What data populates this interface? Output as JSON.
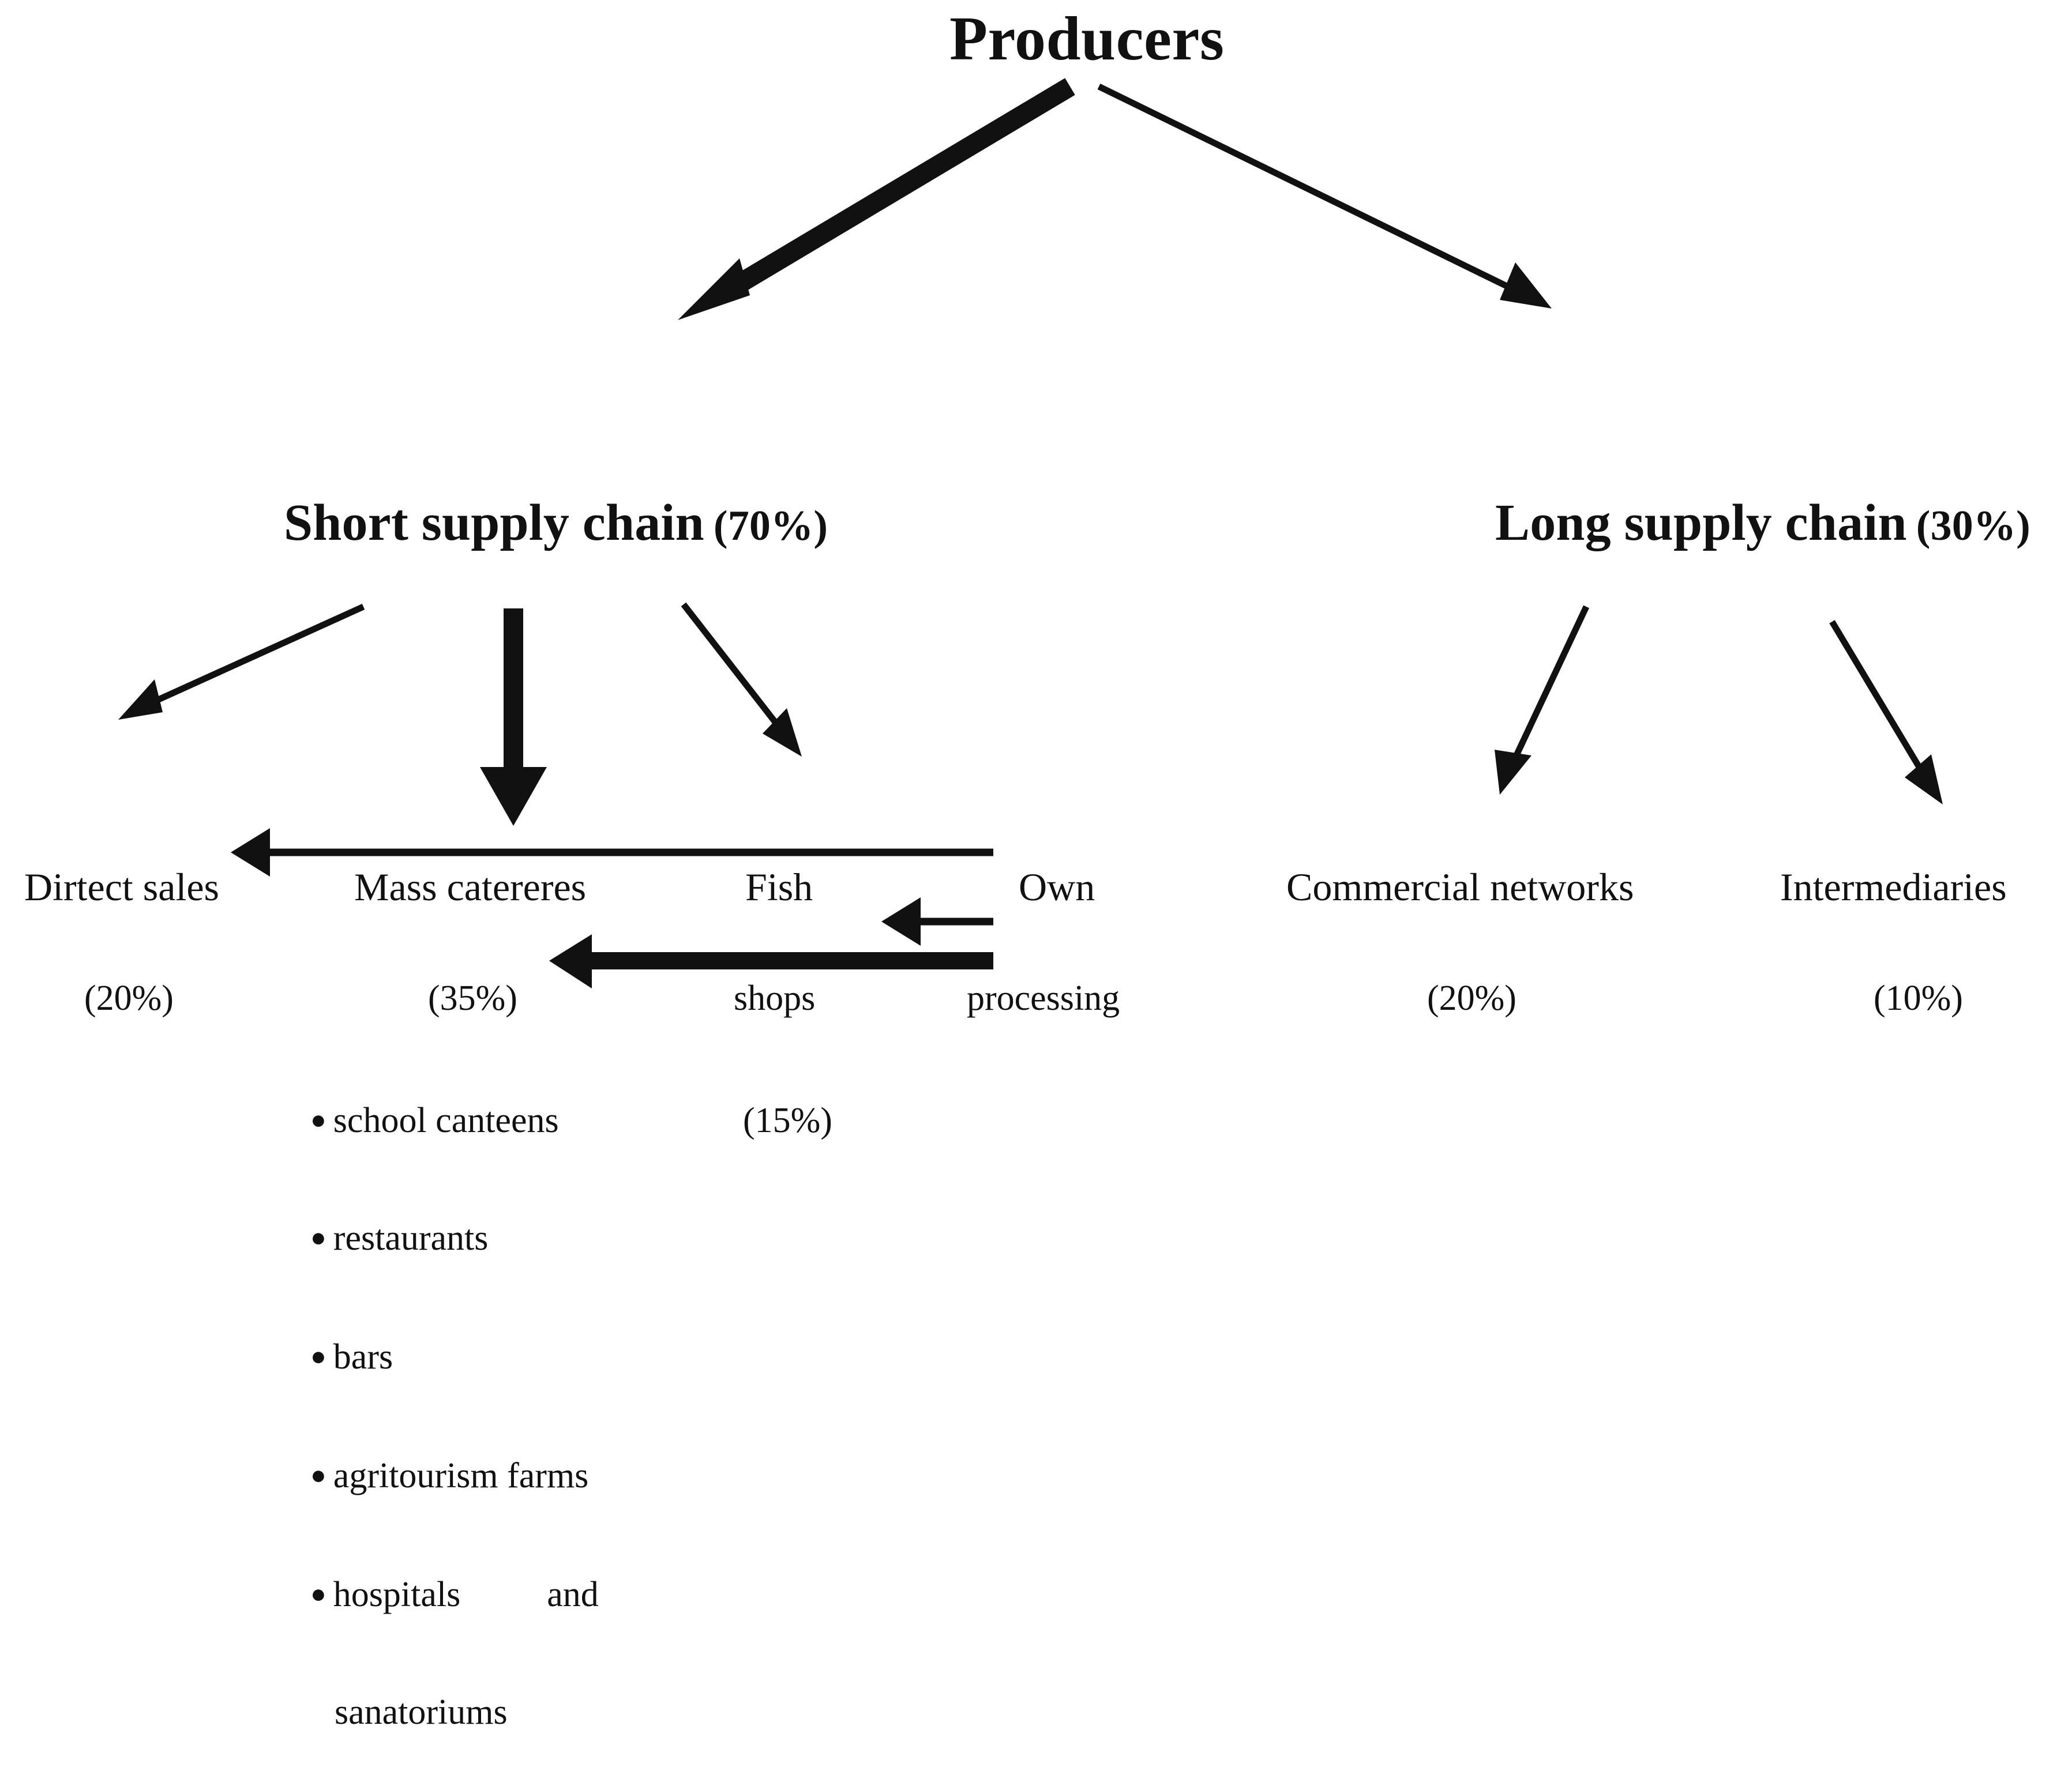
{
  "diagram": {
    "title": "Producers",
    "branches": [
      {
        "id": "short",
        "label": "Short supply chain",
        "percent": "(70%)",
        "emphasis": "thick"
      },
      {
        "id": "long",
        "label": "Long supply chain",
        "percent": "(30%)",
        "emphasis": "thin"
      }
    ],
    "channels": [
      {
        "id": "direct-sales",
        "line1": "Dirtect sales",
        "line2": "",
        "percent": "(20%)",
        "emphasis": "thin"
      },
      {
        "id": "mass-caterers",
        "line1": "Mass catereres",
        "line2": "",
        "percent": "(35%)",
        "emphasis": "thick"
      },
      {
        "id": "fish-shops",
        "line1": "Fish",
        "line2": "shops",
        "percent": "",
        "emphasis": "thin"
      },
      {
        "id": "own-processing",
        "line1": "Own",
        "line2": "processing",
        "percent": "",
        "emphasis": "thin"
      },
      {
        "id": "commercial-networks",
        "line1": "Commercial networks",
        "line2": "",
        "percent": "(20%)",
        "emphasis": "thin"
      },
      {
        "id": "intermediaries",
        "line1": "Intermediaries",
        "line2": "",
        "percent": "(10%)",
        "emphasis": "thin"
      }
    ],
    "mass_caterers_detail": {
      "percent": "(15%)",
      "items": [
        {
          "text": "school canteens",
          "extra": ""
        },
        {
          "text": "restaurants",
          "extra": ""
        },
        {
          "text": "bars",
          "extra": ""
        },
        {
          "text": "agritourism farms",
          "extra": ""
        },
        {
          "text": "hospitals",
          "extra": "and"
        }
      ],
      "continuation": "sanatoriums",
      "bullet_glyph": "●"
    },
    "colors": {
      "ink": "#111111",
      "background": "#ffffff"
    }
  }
}
